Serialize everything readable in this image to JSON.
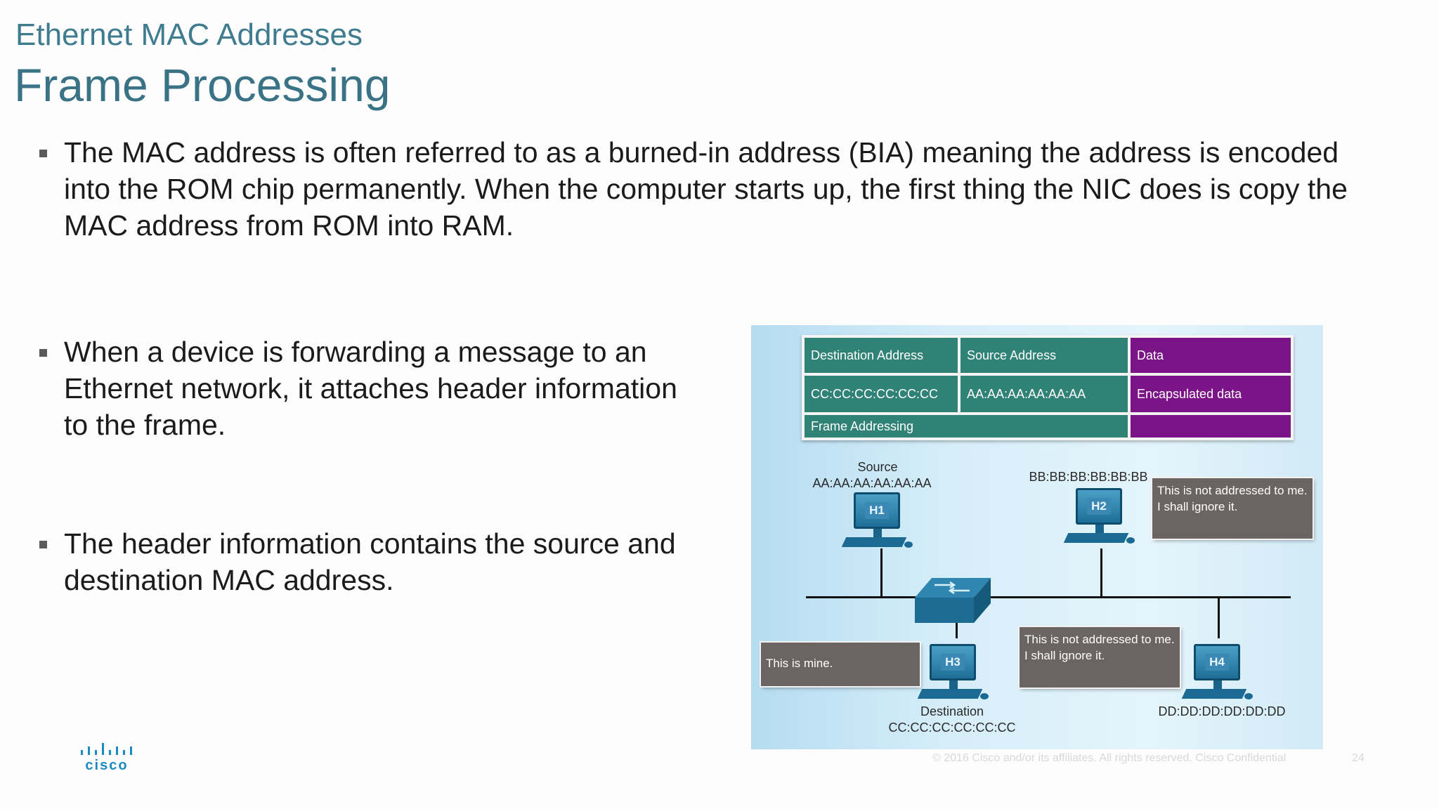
{
  "slide": {
    "kicker": "Ethernet MAC Addresses",
    "title": "Frame Processing",
    "bullets": [
      "The MAC address is often referred to as a burned-in address (BIA) meaning the address is encoded into the ROM chip permanently. When the computer starts up, the first thing the NIC does is copy the MAC address from ROM into RAM.",
      "When a device is forwarding a message to an Ethernet network, it attaches header information to the frame.",
      "The header information contains the source and destination MAC address."
    ]
  },
  "diagram": {
    "table": {
      "headers": [
        "Destination Address",
        "Source Address",
        "Data"
      ],
      "values": [
        "CC:CC:CC:CC:CC:CC",
        "AA:AA:AA:AA:AA:AA",
        "Encapsulated data"
      ],
      "footer": "Frame Addressing"
    },
    "hosts": {
      "h1": {
        "name": "H1",
        "role": "Source",
        "mac": "AA:AA:AA:AA:AA:AA"
      },
      "h2": {
        "name": "H2",
        "mac": "BB:BB:BB:BB:BB:BB"
      },
      "h3": {
        "name": "H3",
        "role": "Destination",
        "mac": "CC:CC:CC:CC:CC:CC"
      },
      "h4": {
        "name": "H4",
        "mac": "DD:DD:DD:DD:DD:DD"
      }
    },
    "callouts": {
      "h2": "This is not addressed to me. I shall ignore it.",
      "h3": "This is mine.",
      "h4": "This is not addressed to me. I shall ignore it."
    }
  },
  "footer": {
    "copyright": "© 2016  Cisco and/or its affiliates. All rights reserved.   Cisco Confidential",
    "page": "24",
    "logo_text": "cisco"
  },
  "colors": {
    "title": "#3a7386",
    "teal_cell": "#2f8275",
    "purple_cell": "#7b1486",
    "callout": "#6a6462",
    "logo": "#1c8ac0"
  }
}
